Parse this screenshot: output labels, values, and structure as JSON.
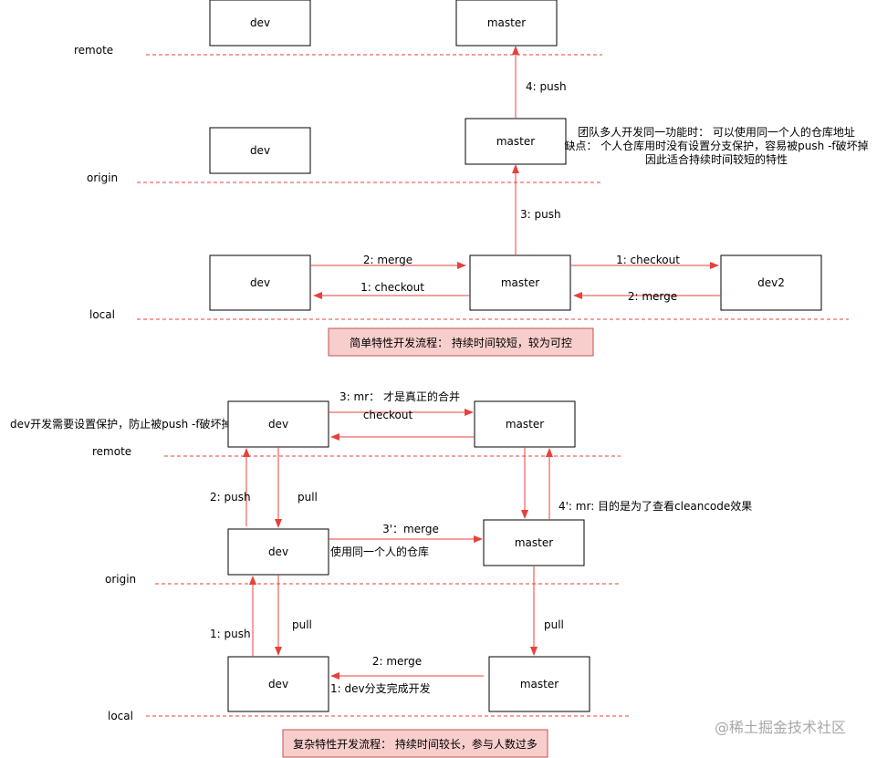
{
  "colors": {
    "line": "#e8403b",
    "note_fill": "#f8cecc",
    "note_stroke": "#c5524e"
  },
  "top": {
    "layers": {
      "remote": "remote",
      "origin": "origin",
      "local": "local"
    },
    "boxes": {
      "remote_dev": "dev",
      "remote_master": "master",
      "origin_dev": "dev",
      "origin_master": "master",
      "local_dev": "dev",
      "local_master": "master",
      "local_dev2": "dev2"
    },
    "edges": {
      "push4": "4: push",
      "push3": "3: push",
      "merge2_top": "2: merge",
      "checkout1_bottom": "1: checkout",
      "checkout1_right": "1: checkout",
      "merge2_right": "2: merge"
    },
    "annotation": [
      "团队多人开发同一功能时： 可以使用同一个人的仓库地址",
      "缺点： 个人仓库用时没有设置分支保护，容易被push -f破坏掉",
      "因此适合持续时间较短的特性"
    ],
    "note": "简单特性开发流程： 持续时间较短，较为可控"
  },
  "bottom": {
    "layers": {
      "remote": "remote",
      "origin": "origin",
      "local": "local"
    },
    "boxes": {
      "remote_dev": "dev",
      "remote_master": "master",
      "origin_dev": "dev",
      "origin_master": "master",
      "local_dev": "dev",
      "local_master": "master"
    },
    "edges": {
      "mr3": "3: mr： 才是真正的合并",
      "checkout": "checkout",
      "push2": "2: push",
      "pull_remote_origin": "pull",
      "mr4": "4': mr: 目的是为了查看cleancode效果",
      "merge3": "3'：merge",
      "same_repo": "使用同一个人的仓库",
      "push1": "1: push",
      "pull_origin_local": "pull",
      "pull_master": "pull",
      "merge2": "2: merge",
      "dev_done": "1: dev分支完成开发"
    },
    "dev_note": "dev开发需要设置保护，防止被push -f破坏掉",
    "note": "复杂特性开发流程： 持续时间较长，参与人数过多"
  },
  "watermark": "@稀土掘金技术社区"
}
